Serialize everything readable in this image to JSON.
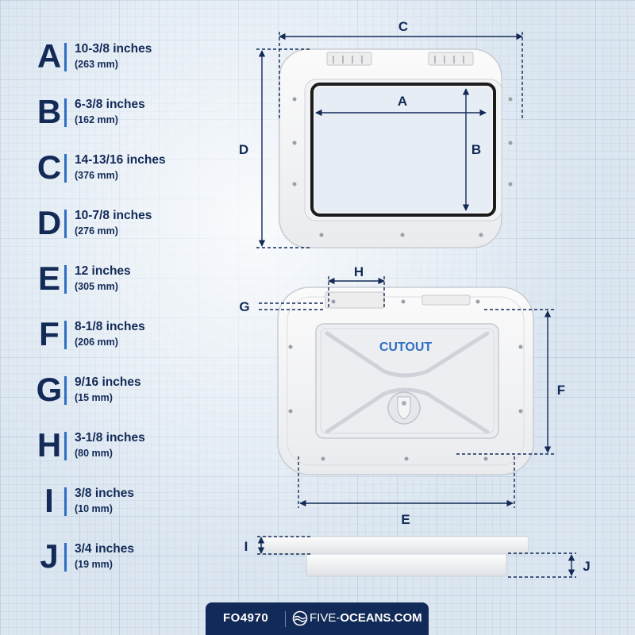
{
  "specs": [
    {
      "letter": "A",
      "main": "10-3/8 inches",
      "sub": "(263 mm)"
    },
    {
      "letter": "B",
      "main": "6-3/8 inches",
      "sub": "(162 mm)"
    },
    {
      "letter": "C",
      "main": "14-13/16 inches",
      "sub": "(376 mm)"
    },
    {
      "letter": "D",
      "main": "10-7/8 inches",
      "sub": "(276 mm)"
    },
    {
      "letter": "E",
      "main": "12 inches",
      "sub": "(305 mm)"
    },
    {
      "letter": "F",
      "main": "8-1/8 inches",
      "sub": "(206 mm)"
    },
    {
      "letter": "G",
      "main": "9/16 inches",
      "sub": "(15 mm)"
    },
    {
      "letter": "H",
      "main": "3-1/8 inches",
      "sub": "(80 mm)"
    },
    {
      "letter": "I",
      "main": "3/8 inches",
      "sub": "(10 mm)"
    },
    {
      "letter": "J",
      "main": "3/4 inches",
      "sub": "(19 mm)"
    }
  ],
  "diagram": {
    "labels": {
      "A": "A",
      "B": "B",
      "C": "C",
      "D": "D",
      "E": "E",
      "F": "F",
      "G": "G",
      "H": "H",
      "I": "I",
      "J": "J"
    },
    "cutout_text": "CUTOUT"
  },
  "footer": {
    "code": "FO4970",
    "brand_left": "FIVE-",
    "brand_right": "OCEANS.COM"
  },
  "colors": {
    "navy": "#132a57",
    "accent_blue": "#2f6fc4",
    "hatch_white": "#f4f5f6",
    "gasket": "#1c1c1c"
  }
}
